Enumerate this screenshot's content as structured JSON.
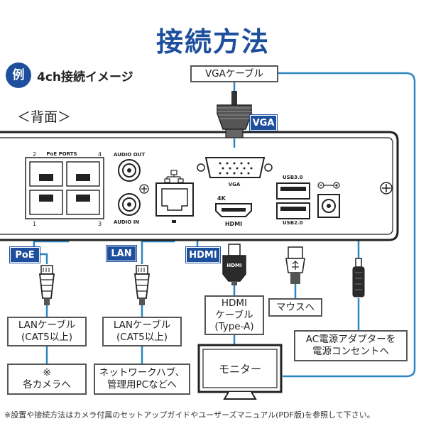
{
  "title": "接続方法",
  "example_badge": "例",
  "example_text": "4ch接続イメージ",
  "rear_label": "＜背面＞",
  "panel": {
    "poe_ports_label": "PoE PORTS",
    "poe_port_numbers": [
      "2",
      "4",
      "1",
      "3"
    ],
    "audio_out": "AUDIO OUT",
    "audio_in": "AUDIO IN",
    "vga_port_label": "VGA",
    "hdmi_4k": "4K",
    "hdmi_logo": "HDMI",
    "usb3": "USB3.0",
    "usb2": "USB2.0"
  },
  "tags": {
    "poe": "PoE",
    "lan": "LAN",
    "hdmi": "HDMI",
    "vga": "VGA"
  },
  "boxes": {
    "vga_cable": "VGAケーブル",
    "lan_cable_1": "LANケーブル\n(CAT5以上)",
    "lan_cable_2": "LANケーブル\n(CAT5以上)",
    "hdmi_cable": "HDMI\nケーブル\n(Type-A)",
    "mouse": "マウスへ",
    "ac_adapter": "AC電源アダプターを\n電源コンセントへ",
    "cameras": "※\n各カメラへ",
    "network_hub": "ネットワークハブ、\n管理用PCなどへ",
    "monitor": "モニター"
  },
  "footnote": "※設置や接続方法はカメラ付属のセットアップガイドやユーザーズマニュアル(PDF版)を参照して下さい。",
  "colors": {
    "accent": "#1d4f9c",
    "cable_line": "#2e86c1",
    "device": "#222222"
  }
}
